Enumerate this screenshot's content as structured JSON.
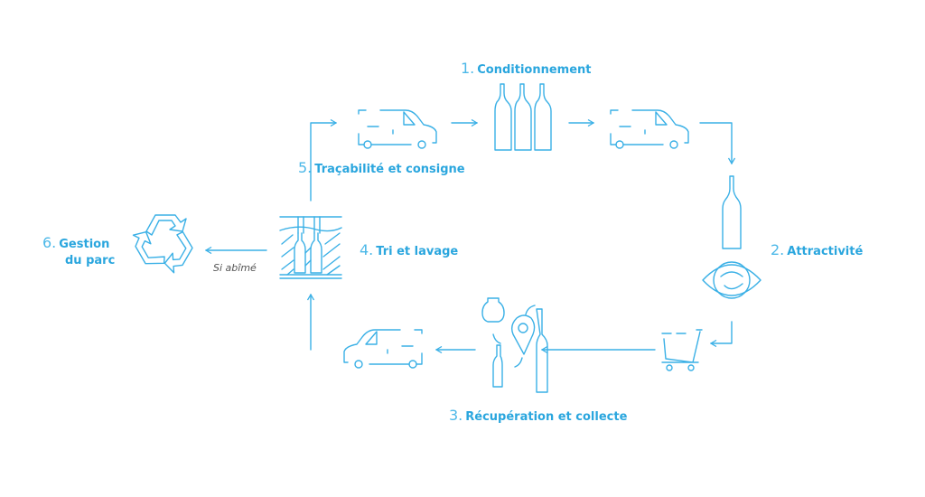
{
  "steps": [
    {
      "number": "1.",
      "label": "Conditionnement"
    },
    {
      "number": "2.",
      "label": "Attractivité"
    },
    {
      "number": "3.",
      "label": "Récupération et collecte"
    },
    {
      "number": "4.",
      "label": "Tri et lavage"
    },
    {
      "number": "5.",
      "label": "Traçabilité et consigne"
    },
    {
      "number": "6.",
      "label": "Gestion",
      "label2": "du parc"
    }
  ],
  "branch_note": "Si abîmé",
  "colors": {
    "accent": "#2aa6de",
    "note": "#555555"
  }
}
